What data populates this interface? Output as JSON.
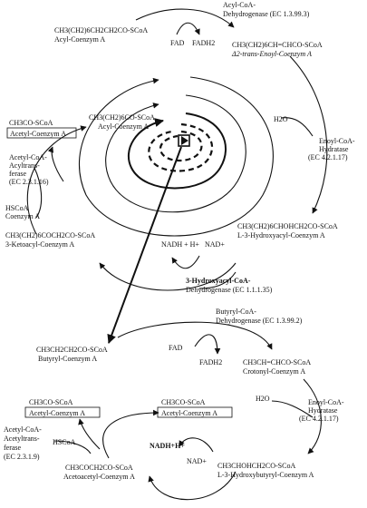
{
  "upper": {
    "start": {
      "formula": "CH3(CH2)6CH2CH2CO-SCoA",
      "name": "Acyl-Coenzym A"
    },
    "enz1": {
      "l1": "Acyl-CoA-",
      "l2": "Dehydrogenase (EC 1.3.99.3)"
    },
    "fad": "FAD",
    "fadh2": "FADH2",
    "enoyl": {
      "formula": "CH3(CH2)6CH=CHCO-SCoA",
      "name": "Δ2-trans-Enoyl-Coenzym A"
    },
    "h2o": "H2O",
    "enz2": {
      "l1": "Enoyl-CoA-",
      "l2": "Hydratase",
      "l3": "(EC 4.2.1.17)"
    },
    "hydroxy": {
      "formula": "CH3(CH2)6CHOHCH2CO-SCoA",
      "name": "L-3-Hydroxyacyl-Coenzym A"
    },
    "nadh": "NADH + H+",
    "nad": "NAD+",
    "enz3": {
      "l1": "3-Hydroxyacyl-CoA-",
      "l2": "Dehydrogenase (EC 1.1.1.35)"
    },
    "ketoacyl": {
      "formula": "CH3(CH2)6COCH2CO-SCoA",
      "name": "3-Ketoacyl-Coenzym A"
    },
    "hscoa": {
      "l1": "HSCoA",
      "l2": "Coenzym A"
    },
    "enz4": {
      "l1": "Acetyl-CoA-",
      "l2": "Acyltrans-",
      "l3": "ferase",
      "l4": "(EC 2.3.1.16)"
    },
    "acetyl": {
      "formula": "CH3CO-SCoA",
      "name": "Acetyl-Coenzym A"
    },
    "center": {
      "formula": "CH3(CH2)6CO-SCoA",
      "name": "Acyl-Coenzym A"
    }
  },
  "lower": {
    "enz1": {
      "l1": "Butyryl-CoA-",
      "l2": "Dehydrogenase (EC 1.3.99.2)"
    },
    "butyryl": {
      "formula": "CH3CH2CH2CO-SCoA",
      "name": "Butyryl-Coenzym A"
    },
    "fad": "FAD",
    "fadh2": "FADH2",
    "crotonyl": {
      "formula": "CH3CH=CHCO-SCoA",
      "name": "Crotonyl-Coenzym A"
    },
    "h2o": "H2O",
    "enz2": {
      "l1": "Enoyl-CoA-",
      "l2": "Hydratase",
      "l3": "(EC 4.2.1.17)"
    },
    "hydroxybutyryl": {
      "formula": "CH3CHOHCH2CO-SCoA",
      "name": "L-3-Hydroxybutyryl-Coenzym A"
    },
    "nadh": "NADH+H+",
    "nad": "NAD+",
    "acetoacetyl": {
      "formula": "CH3COCH2CO-SCoA",
      "name": "Acetoacetyl-Coenzym A"
    },
    "hscoa": "HSCoA",
    "enz4": {
      "l1": "Acetyl-CoA-",
      "l2": "Acetyltrans-",
      "l3": "ferase",
      "l4": "(EC 2.3.1.9)"
    },
    "acetyl_left": {
      "formula": "CH3CO-SCoA",
      "name": "Acetyl-Coenzym A"
    },
    "acetyl_right": {
      "formula": "CH3CO-SCoA",
      "name": "Acetyl-Coenzym A"
    }
  }
}
